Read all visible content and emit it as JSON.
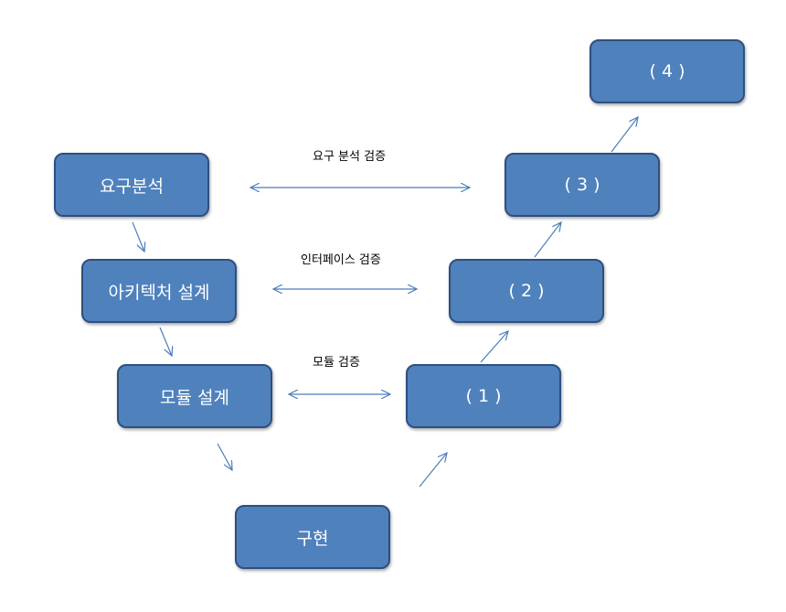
{
  "nodes": {
    "requirements_analysis": "요구분석",
    "architecture_design": "아키텍처 설계",
    "module_design": "모듈 설계",
    "implementation": "구현",
    "step1": "( 1 )",
    "step2": "( 2 )",
    "step3": "( 3 )",
    "step4": "( 4 )"
  },
  "edge_labels": {
    "requirements_verification": "요구 분석 검증",
    "interface_verification": "인터페이스 검증",
    "module_verification": "모듈 검증"
  },
  "colors": {
    "node_fill": "#4f81bd",
    "node_border": "#2f4f7f",
    "arrow": "#4a7ebb"
  }
}
